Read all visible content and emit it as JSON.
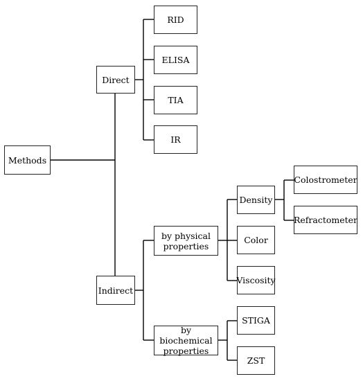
{
  "diagram": {
    "root": "Methods",
    "direct": {
      "label": "Direct",
      "children": [
        "RID",
        "ELISA",
        "TIA",
        "IR"
      ]
    },
    "indirect": {
      "label": "Indirect",
      "physical": {
        "label": "by physical\nproperties",
        "children": [
          "Density",
          "Color",
          "Viscosity"
        ],
        "density_children": [
          "Colostrometer",
          "Refractometer"
        ]
      },
      "biochemical": {
        "label": "by biochemical\nproperties",
        "children": [
          "STIGA",
          "ZST"
        ]
      }
    }
  }
}
